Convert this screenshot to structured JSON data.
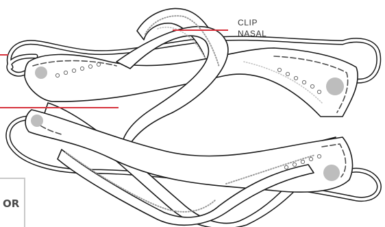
{
  "annotations": {
    "nose_clip_label_line1": "CLIP",
    "nose_clip_label_line2": "NASAL",
    "corner_label": "OR"
  },
  "colors": {
    "callout_line": "#d6313b",
    "outline": "#1a1a1a",
    "stitch": "#4a4a4a",
    "dot_stitch": "#9a9a9a",
    "rivet": "#bdbdbd",
    "panel_fill": "#ffffff",
    "corner_box_border": "#c8c8c8"
  },
  "icons": {
    "recycle_marks": "recycle-icon"
  }
}
